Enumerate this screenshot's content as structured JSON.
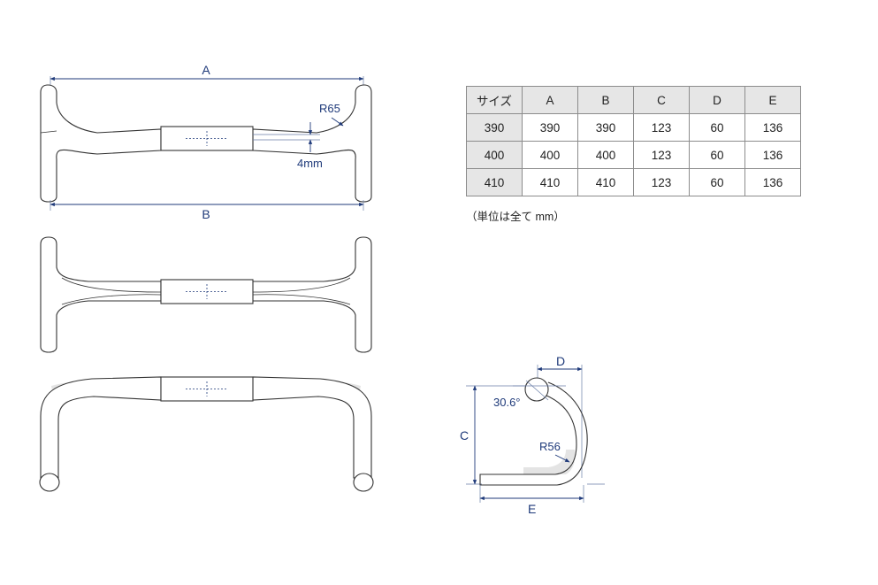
{
  "front_view": {
    "dim_a": "A",
    "dim_b": "B",
    "flare_radius": "R65",
    "rise": "4mm"
  },
  "side_view": {
    "dim_c": "C",
    "dim_d": "D",
    "dim_e": "E",
    "angle": "30.6°",
    "drop_radius": "R56"
  },
  "table": {
    "headers": [
      "サイズ",
      "A",
      "B",
      "C",
      "D",
      "E"
    ],
    "rows": [
      [
        "390",
        "390",
        "390",
        "123",
        "60",
        "136"
      ],
      [
        "400",
        "400",
        "400",
        "123",
        "60",
        "136"
      ],
      [
        "410",
        "410",
        "410",
        "123",
        "60",
        "136"
      ]
    ]
  },
  "unit_note": "（単位は全て mm）",
  "colors": {
    "dimension": "#1f3a7a",
    "outline": "#333333",
    "shade": "#e4e4e4",
    "table_header": "#e6e6e6"
  }
}
